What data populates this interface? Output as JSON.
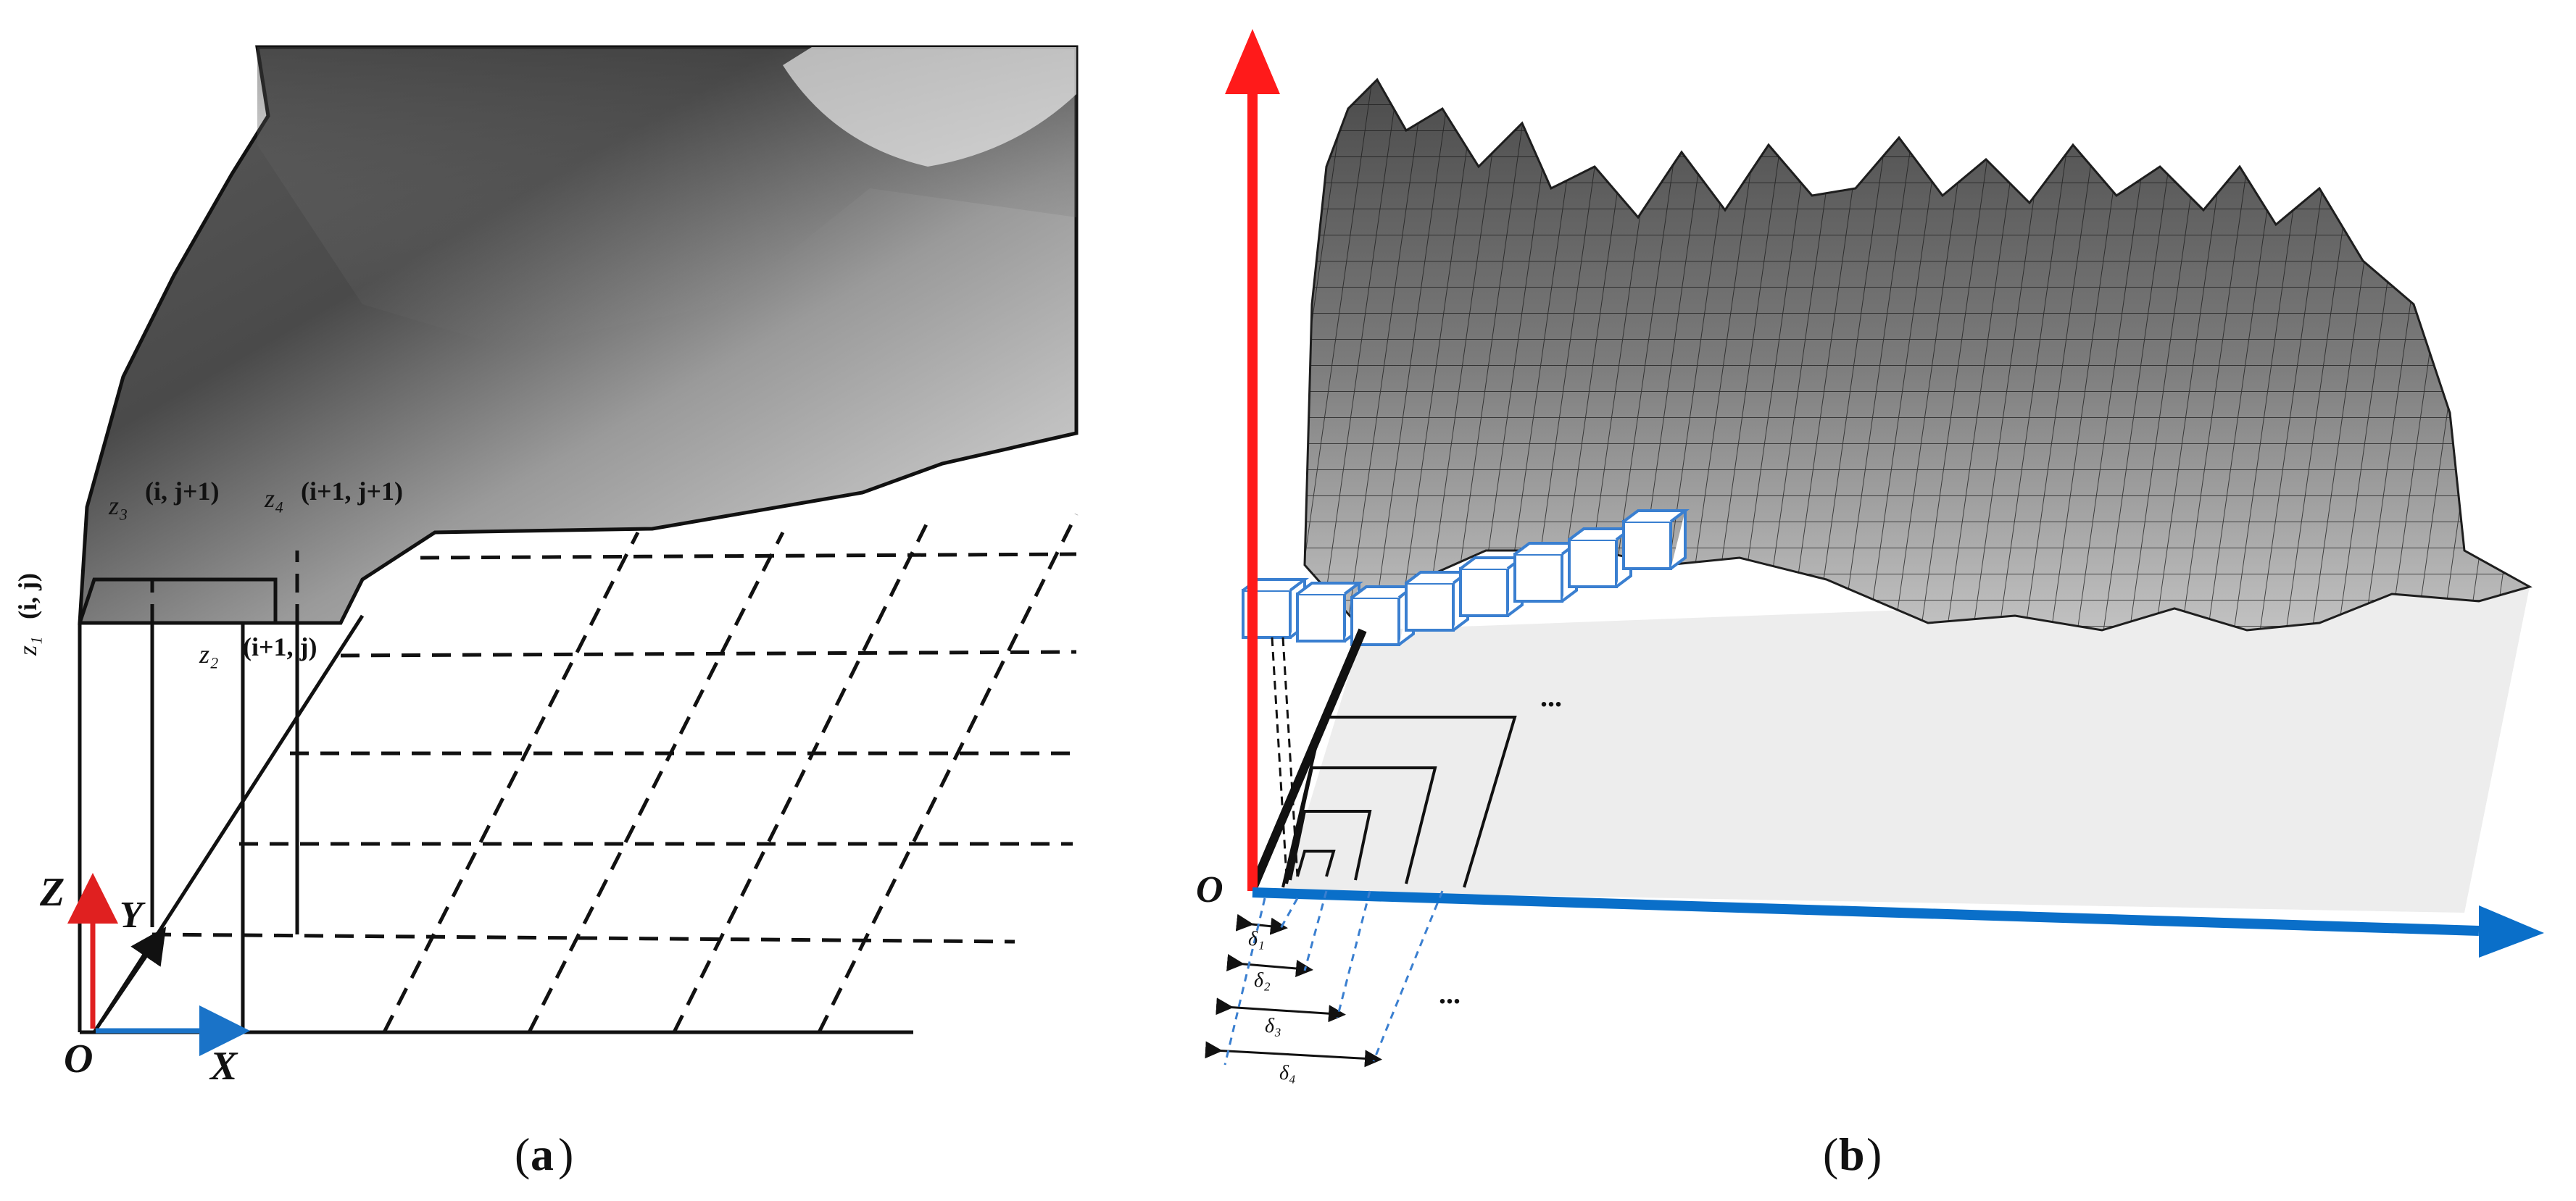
{
  "panel_a": {
    "caption_open": "(",
    "caption_letter": "a",
    "caption_close": ")",
    "origin": "O",
    "axis_x": "X",
    "axis_y": "Y",
    "axis_z": "Z",
    "z1": "z₁",
    "z2": "z₂",
    "z3": "z₃",
    "z4": "z₄",
    "node_1": "(i, j)",
    "node_2": "(i+1, j)",
    "node_3": "(i, j+1)",
    "node_4": "(i+1, j+1)",
    "colors": {
      "z_axis": "#e02020",
      "x_axis": "#1a73c8",
      "surface": "#8a8a8a"
    }
  },
  "panel_b": {
    "caption_open": "(",
    "caption_letter": "b",
    "caption_close": ")",
    "origin": "O",
    "ellipsis_1": "...",
    "ellipsis_2": "...",
    "delta_1": "δ₁",
    "delta_2": "δ₂",
    "delta_3": "δ₃",
    "delta_4": "δ₄",
    "colors": {
      "vertical_axis": "#ff1a1a",
      "horizontal_axis": "#0a6fc9",
      "box_edge": "#3a7fd0",
      "terrain": "#6f6f6f"
    }
  }
}
